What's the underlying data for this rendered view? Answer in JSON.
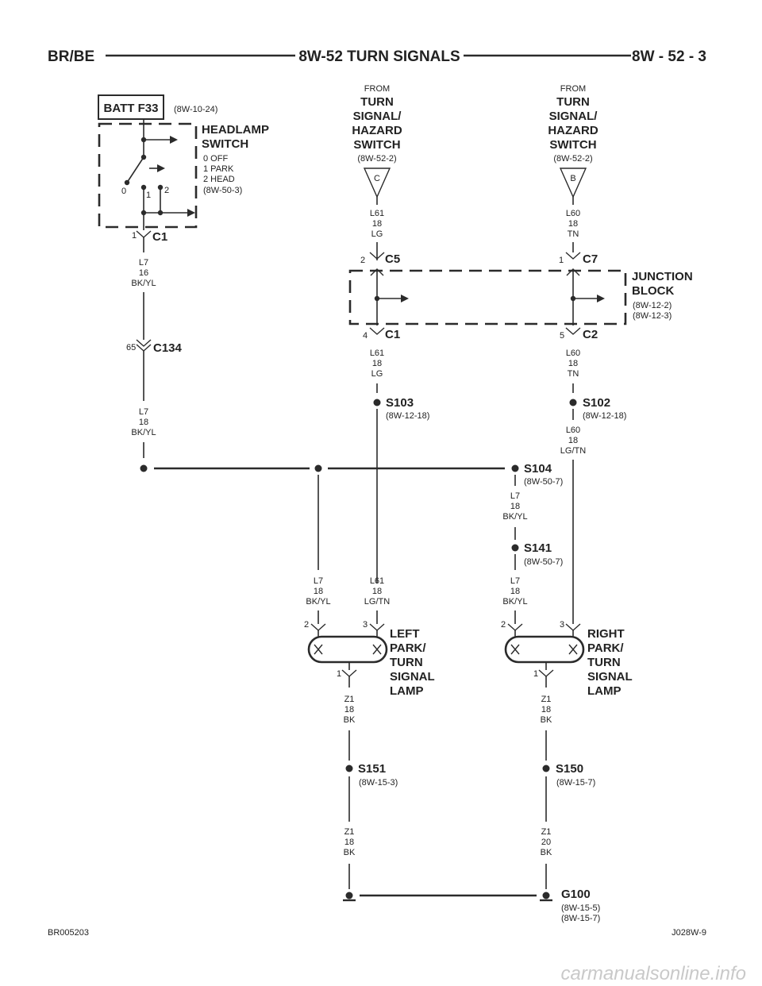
{
  "header": {
    "left": "BR/BE",
    "center": "8W-52 TURN SIGNALS",
    "right": "8W - 52 - 3"
  },
  "footer": {
    "left": "BR005203",
    "right": "J028W-9"
  },
  "watermark": "carmanualsonline.info",
  "batt": {
    "label": "BATT F33",
    "ref": "(8W-10-24)"
  },
  "headlamp_switch": {
    "title_1": "HEADLAMP",
    "title_2": "SWITCH",
    "positions": [
      "0 OFF",
      "1 PARK",
      "2 HEAD"
    ],
    "ref": "(8W-50-3)",
    "pos_0": "0",
    "pos_1": "1",
    "pos_2": "2",
    "connector": "C1",
    "pin": "1"
  },
  "from_left": {
    "from": "FROM",
    "lines": [
      "TURN",
      "SIGNAL/",
      "HAZARD",
      "SWITCH"
    ],
    "ref": "(8W-52-2)",
    "pin": "C"
  },
  "from_right": {
    "from": "FROM",
    "lines": [
      "TURN",
      "SIGNAL/",
      "HAZARD",
      "SWITCH"
    ],
    "ref": "(8W-52-2)",
    "pin": "B"
  },
  "wires": {
    "l7_16": [
      "L7",
      "16",
      "BK/YL"
    ],
    "l7_18a": [
      "L7",
      "18",
      "BK/YL"
    ],
    "l61_top": [
      "L61",
      "18",
      "LG"
    ],
    "l60_top": [
      "L60",
      "18",
      "TN"
    ],
    "l61_mid": [
      "L61",
      "18",
      "LG"
    ],
    "l60_mid": [
      "L60",
      "18",
      "TN"
    ],
    "l60_lgtn": [
      "L60",
      "18",
      "LG/TN"
    ],
    "l7_s104": [
      "L7",
      "18",
      "BK/YL"
    ],
    "l7_s141": [
      "L7",
      "18",
      "BK/YL"
    ],
    "l7_left": [
      "L7",
      "18",
      "BK/YL"
    ],
    "l61_lgtn": [
      "L61",
      "18",
      "LG/TN"
    ],
    "z1_left_a": [
      "Z1",
      "18",
      "BK"
    ],
    "z1_left_b": [
      "Z1",
      "18",
      "BK"
    ],
    "z1_right_a": [
      "Z1",
      "18",
      "BK"
    ],
    "z1_right_b": [
      "Z1",
      "20",
      "BK"
    ]
  },
  "c134": {
    "label": "C134",
    "pin": "65"
  },
  "junction_block": {
    "title_1": "JUNCTION",
    "title_2": "BLOCK",
    "ref_1": "(8W-12-2)",
    "ref_2": "(8W-12-3)",
    "c5": "C5",
    "c5_pin": "2",
    "c7": "C7",
    "c7_pin": "1",
    "c1": "C1",
    "c1_pin": "4",
    "c2": "C2",
    "c2_pin": "5"
  },
  "splices": {
    "s103": {
      "label": "S103",
      "ref": "(8W-12-18)"
    },
    "s102": {
      "label": "S102",
      "ref": "(8W-12-18)"
    },
    "s104": {
      "label": "S104",
      "ref": "(8W-50-7)"
    },
    "s141": {
      "label": "S141",
      "ref": "(8W-50-7)"
    },
    "s151": {
      "label": "S151",
      "ref": "(8W-15-3)"
    },
    "s150": {
      "label": "S150",
      "ref": "(8W-15-7)"
    }
  },
  "left_lamp": {
    "lines": [
      "LEFT",
      "PARK/",
      "TURN",
      "SIGNAL",
      "LAMP"
    ],
    "pin_2": "2",
    "pin_3": "3",
    "pin_1": "1"
  },
  "right_lamp": {
    "lines": [
      "RIGHT",
      "PARK/",
      "TURN",
      "SIGNAL",
      "LAMP"
    ],
    "pin_2": "2",
    "pin_3": "3",
    "pin_1": "1"
  },
  "ground": {
    "label": "G100",
    "ref_1": "(8W-15-5)",
    "ref_2": "(8W-15-7)"
  }
}
